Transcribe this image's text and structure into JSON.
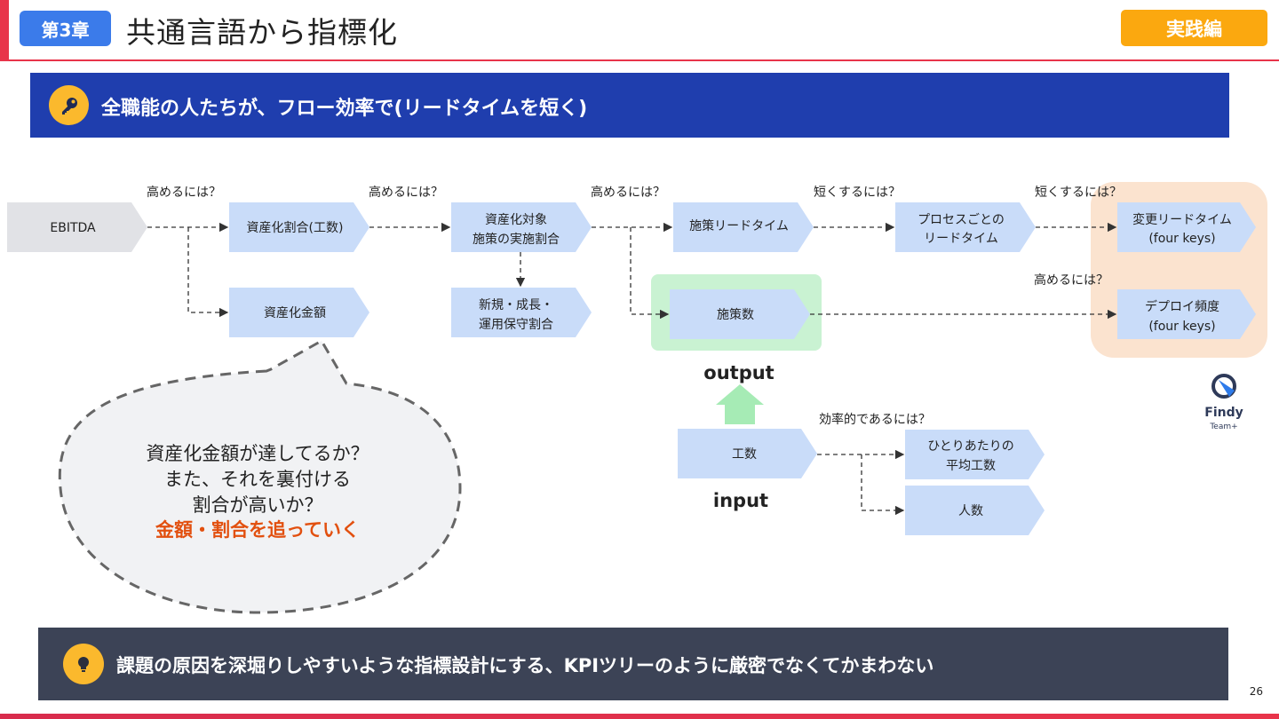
{
  "header": {
    "chapter_badge": "第3章",
    "title": "共通言語から指標化",
    "section_badge": "実践編"
  },
  "key_banner": {
    "icon": "key-icon",
    "text": "全職能の人たちが、フロー効率で(リードタイムを短く)"
  },
  "diagram": {
    "nodes": {
      "ebitda": [
        "EBITDA"
      ],
      "capitalization_ratio": [
        "資産化割合(工数)"
      ],
      "capitalization_amount": [
        "資産化金額"
      ],
      "capitalization_target": [
        "資産化対象",
        "施策の実施割合"
      ],
      "new_growth_ops": [
        "新規・成長・",
        "運用保守割合"
      ],
      "initiative_lead_time": [
        "施策リードタイム"
      ],
      "initiative_count": [
        "施策数"
      ],
      "process_lead_time": [
        "プロセスごとの",
        "リードタイム"
      ],
      "change_lead_time": [
        "変更リードタイム",
        "(four keys)"
      ],
      "deploy_frequency": [
        "デプロイ頻度",
        "(four keys)"
      ],
      "effort": [
        "工数"
      ],
      "avg_effort_per_person": [
        "ひとりあたりの",
        "平均工数"
      ],
      "headcount": [
        "人数"
      ]
    },
    "questions": {
      "q1": "高めるには？",
      "q2": "高めるには？",
      "q3": "高めるには？",
      "q4": "短くするには？",
      "q5": "短くするには？",
      "q6": "高めるには？",
      "q7": "効率的であるには？"
    },
    "output_label": "output",
    "input_label": "input",
    "logo": {
      "name": "Findy",
      "sub": "Team+",
      "color": "#2e3a59"
    },
    "bubble": {
      "lines": [
        "資産化金額が達してるか？",
        "また、それを裏付ける",
        "割合が高いか？"
      ],
      "emphasis": "金額・割合を追っていく",
      "emphasis_color": "#e2500f"
    },
    "colors": {
      "node": "#c9dcf9",
      "node_gray": "#e1e2e6",
      "output_highlight": "#c9f2d2",
      "four_keys_highlight": "#fbe3cf",
      "arrow_up": "#a6ebb5"
    }
  },
  "tip_banner": {
    "icon": "lightbulb-icon",
    "text": "課題の原因を深堀りしやすいような指標設計にする、KPIツリーのように厳密でなくてかまわない"
  },
  "page_number": "26"
}
